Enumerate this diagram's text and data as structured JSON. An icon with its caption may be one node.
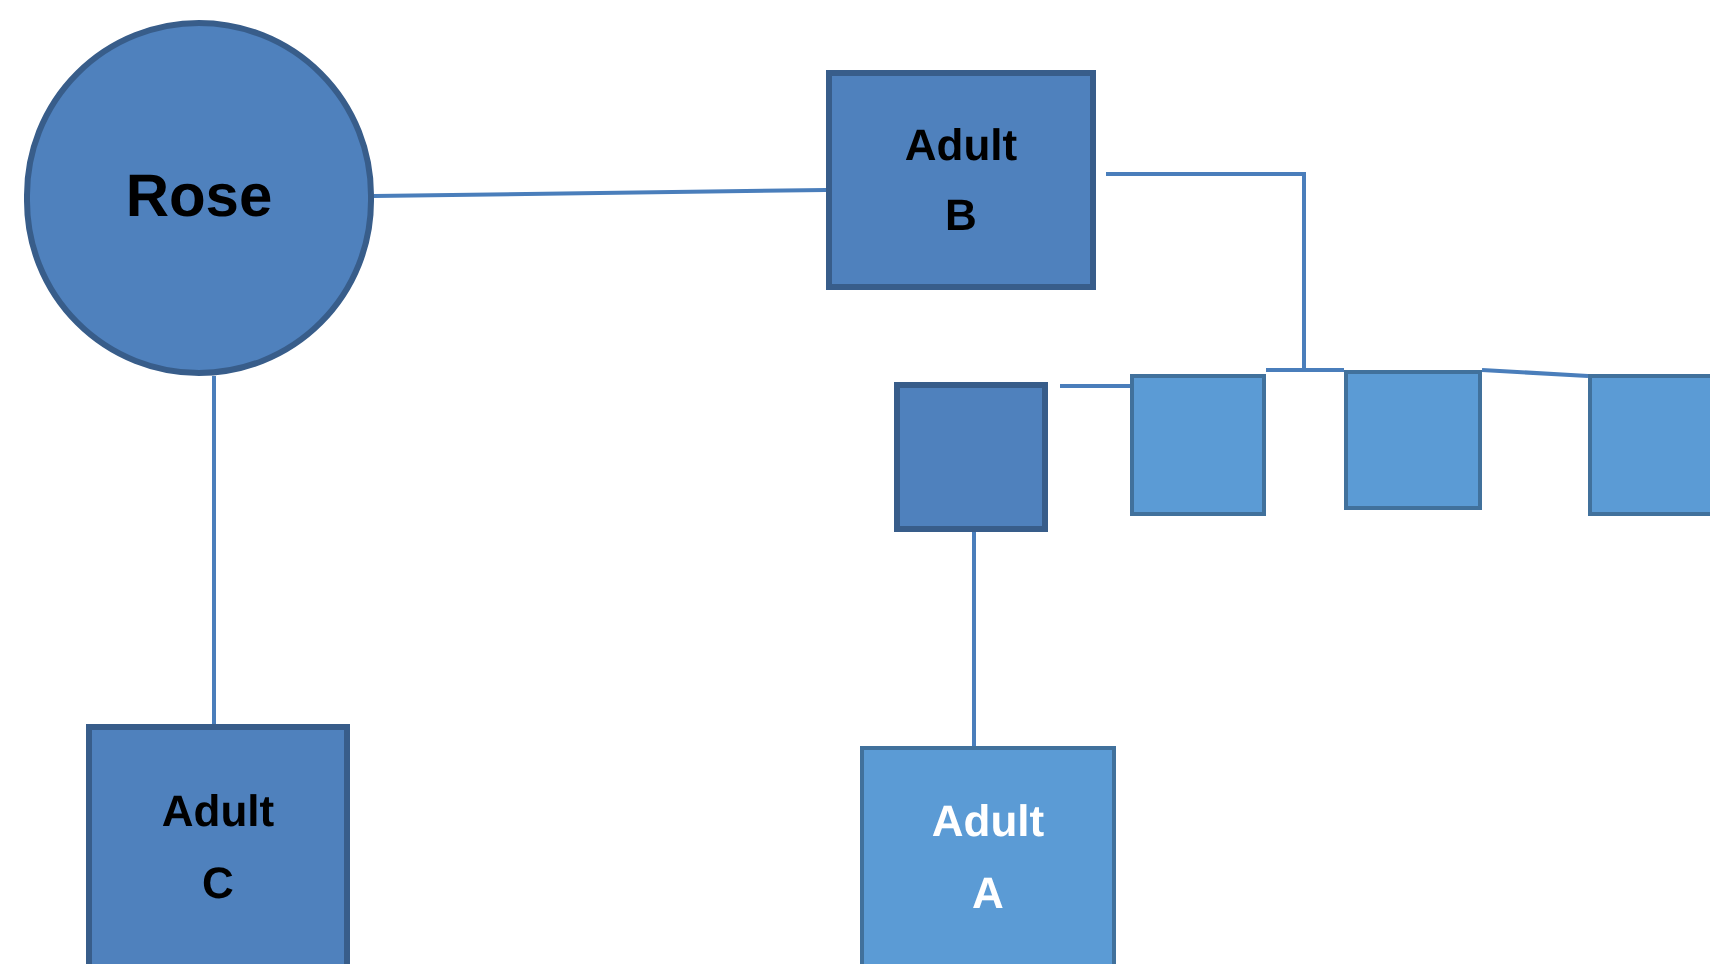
{
  "diagram": {
    "nodes": [
      {
        "text": [
          "Rose"
        ]
      },
      {
        "text": [
          "Adult B"
        ]
      },
      {
        "text": [],
        "shape": "box"
      },
      {
        "text": [],
        "shape": "box"
      },
      {
        "text": [],
        "shape": "box"
      },
      {
        "text": [],
        "shape": "box"
      },
      {
        "text": [
          "Adult C"
        ]
      },
      {
        "text": [
          "Adult A"
        ]
      }
    ],
    "edges": [
      {
        "from": 0,
        "to": 1,
        "arrow": "none"
      },
      {
        "from": 0,
        "to": 6,
        "arrow": "none"
      },
      {
        "from": 1,
        "to": 3,
        "arrow": "none"
      },
      {
        "from": 1,
        "to": 4,
        "arrow": "none"
      },
      {
        "from": 2,
        "to": 3,
        "arrow": "none"
      },
      {
        "from": 4,
        "to": 5,
        "arrow": "none"
      },
      {
        "from": 2,
        "to": 7,
        "arrow": "none"
      }
    ]
  }
}
